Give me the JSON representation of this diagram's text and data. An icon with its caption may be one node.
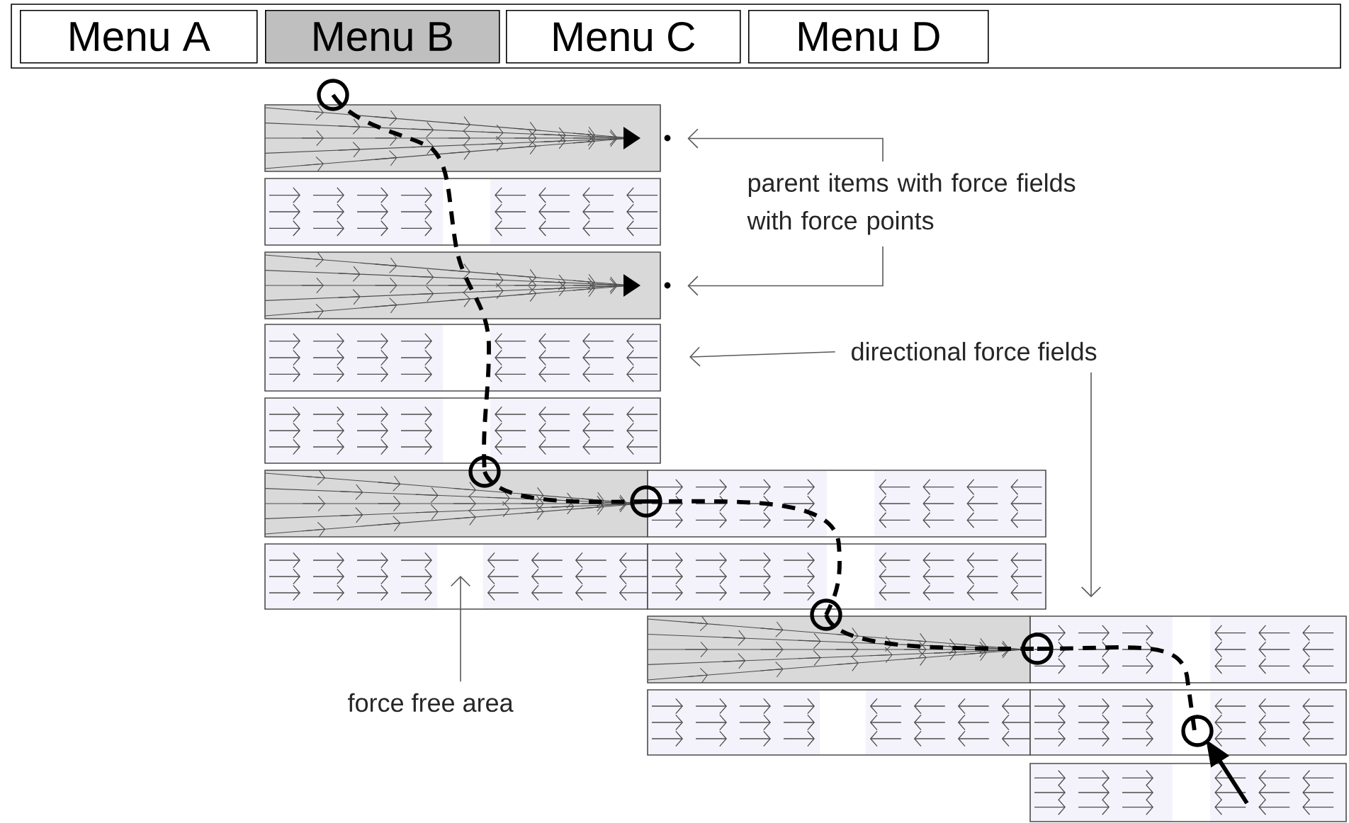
{
  "diagram": {
    "nodes": [
      {
        "text": [
          "Menu A"
        ]
      },
      {
        "text": [
          "Menu B"
        ]
      },
      {
        "text": [
          "Menu C"
        ]
      },
      {
        "text": [
          "Menu D"
        ]
      },
      {
        "text": [],
        "shape": "bar"
      },
      {
        "text": [],
        "shape": "bar"
      },
      {
        "text": [],
        "shape": "bar"
      },
      {
        "text": [],
        "shape": "bar"
      },
      {
        "text": [],
        "shape": "bar"
      },
      {
        "text": [],
        "shape": "bar"
      },
      {
        "text": [],
        "shape": "bar"
      },
      {
        "text": [],
        "shape": "bar"
      },
      {
        "text": [],
        "shape": "bar"
      },
      {
        "text": [],
        "shape": "bar"
      },
      {
        "text": [],
        "shape": "bar"
      },
      {
        "text": [],
        "shape": "bar"
      },
      {
        "text": [],
        "shape": "bar"
      },
      {
        "text": [],
        "shape": "bar"
      },
      {
        "text": [
          "parent items with force fields with force points"
        ]
      },
      {
        "text": [
          "directional force fields"
        ]
      },
      {
        "text": [
          "force free area"
        ]
      }
    ],
    "edges": [
      {
        "from": 18,
        "to": 4,
        "arrow": "to"
      },
      {
        "from": 18,
        "to": 6,
        "arrow": "to"
      },
      {
        "from": 19,
        "to": 7,
        "arrow": "to"
      },
      {
        "from": 19,
        "to": 15,
        "arrow": "to"
      },
      {
        "from": 20,
        "to": 10,
        "arrow": "to"
      }
    ]
  }
}
